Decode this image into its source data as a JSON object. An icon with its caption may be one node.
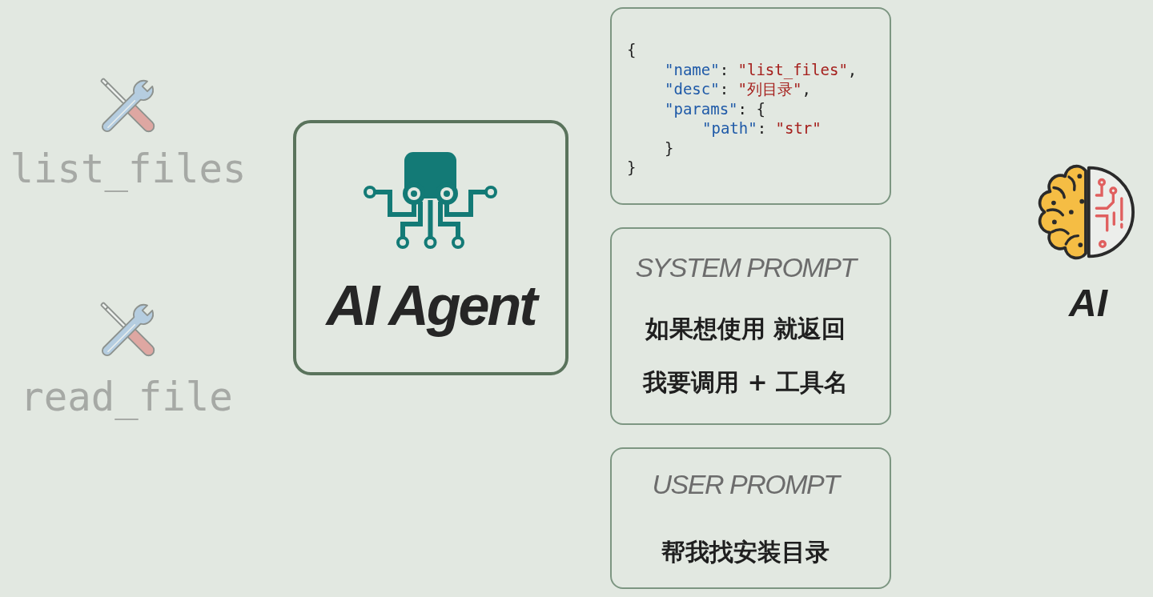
{
  "diagram": {
    "nodes": [
      {
        "text": [
          "AI Agent"
        ]
      },
      {
        "text": [
          "{",
          "\"name\": \"list_files\",",
          "\"desc\": \"列目录\",",
          "\"params\": {",
          "\"path\": \"str\"",
          "}",
          "}"
        ]
      },
      {
        "text": [
          "SYSTEM PROMPT",
          "如果想使用 就返回",
          "我要调用 + 工具名"
        ]
      },
      {
        "text": [
          "USER PROMPT",
          "帮我找安装目录"
        ]
      }
    ],
    "labels": [
      "list_files",
      "read_file",
      "AI"
    ]
  }
}
